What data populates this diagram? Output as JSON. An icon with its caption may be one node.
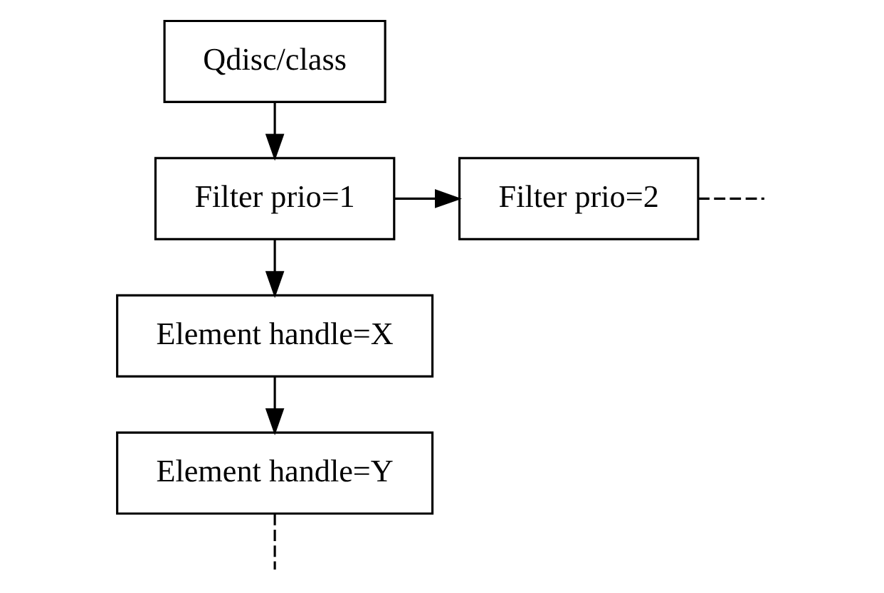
{
  "diagram": {
    "nodes": [
      {
        "text": [
          "Qdisc/class"
        ]
      },
      {
        "text": [
          "Filter prio=1"
        ]
      },
      {
        "text": [
          "Filter prio=2"
        ]
      },
      {
        "text": [
          "Element handle=X"
        ]
      },
      {
        "text": [
          "Element handle=Y"
        ]
      }
    ],
    "edges": [
      {
        "from": 0,
        "to": 1,
        "arrow": "to"
      },
      {
        "from": 1,
        "to": 2,
        "arrow": "to"
      },
      {
        "from": 2,
        "to": null,
        "arrow": "none",
        "style": "dashed"
      },
      {
        "from": 1,
        "to": 3,
        "arrow": "to"
      },
      {
        "from": 3,
        "to": 4,
        "arrow": "to"
      },
      {
        "from": 4,
        "to": null,
        "arrow": "none",
        "style": "dashed"
      }
    ]
  }
}
